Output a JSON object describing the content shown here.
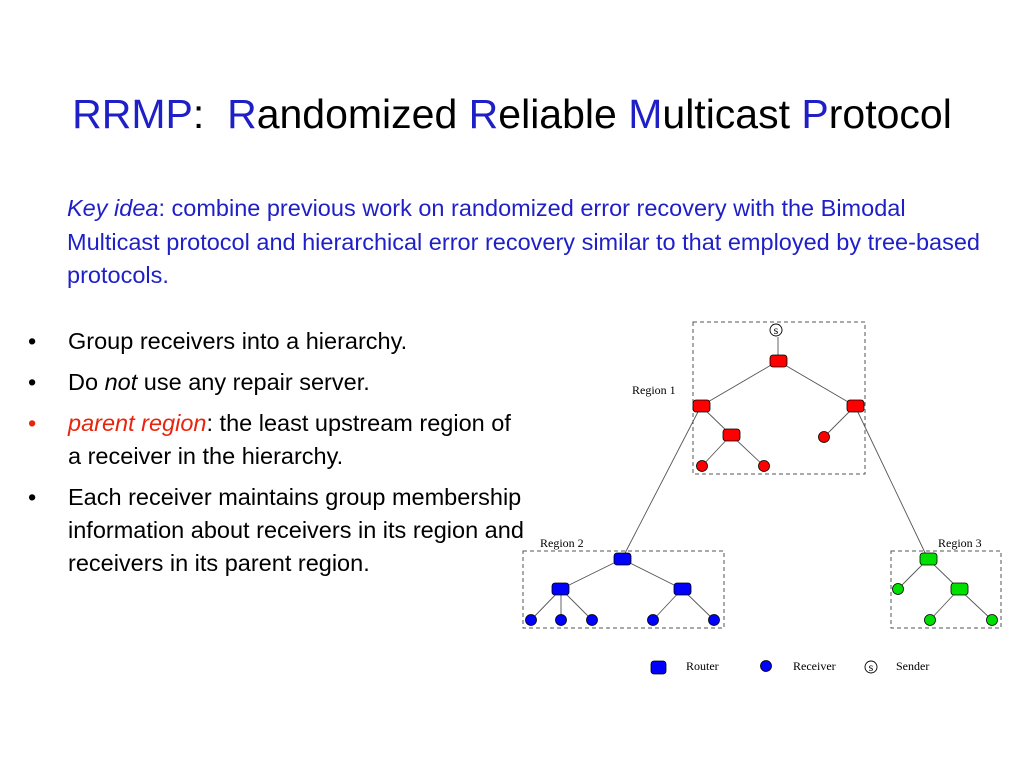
{
  "title": {
    "acronym": "RRMP",
    "colon": ":",
    "w1_first": "R",
    "w1_rest": "andomized",
    "w2_first": "R",
    "w2_rest": "eliable",
    "w3_first": "M",
    "w3_rest": "ulticast",
    "w4_first": "P",
    "w4_rest": "rotocol"
  },
  "key_idea": {
    "label": "Key idea",
    "text": ": combine previous work on randomized error recovery with the Bimodal Multicast protocol and hierarchical error recovery similar to that employed by tree-based protocols."
  },
  "bullets": [
    {
      "text": "Group receivers into a hierarchy."
    },
    {
      "before": "Do ",
      "italic": "not",
      "after": " use any repair server."
    },
    {
      "label": "parent region",
      "text": ": the least upstream region of a receiver in the hierarchy."
    },
    {
      "text": "Each receiver maintains group membership information about receivers in its region and receivers in its parent region."
    }
  ],
  "bullet_glyph": "•",
  "diagram": {
    "region_labels": [
      "Region 1",
      "Region 2",
      "Region 3"
    ],
    "sender_symbol": "s",
    "legend": {
      "router": "Router",
      "receiver": "Receiver",
      "sender": "Sender"
    },
    "colors": {
      "region1": "#ff0000",
      "region2": "#0000ff",
      "region3": "#00e000",
      "title_blue": "#1f1fc8",
      "accent_red": "#e8250c"
    }
  }
}
